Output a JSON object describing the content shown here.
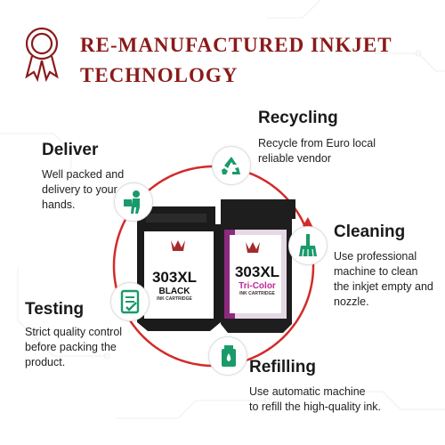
{
  "banner": {
    "title_line1": "RE-MANUFACTURED INKJET",
    "title_line2": "TECHNOLOGY"
  },
  "colors": {
    "brand": "#8b1a1a",
    "ring": "#d42a2a",
    "icon_green": "#1a9a6a"
  },
  "steps": [
    {
      "title": "Recycling",
      "desc_lines": [
        "Recycle from Euro local",
        "reliable vendor"
      ],
      "icon": "recycle-icon"
    },
    {
      "title": "Cleaning",
      "desc_lines": [
        "Use professional",
        "machine to clean",
        "the inkjet empty and",
        "nozzle."
      ],
      "icon": "cleaning-brush-icon"
    },
    {
      "title": "Refilling",
      "desc_lines": [
        "Use automatic machine",
        "to refill the high-quality ink."
      ],
      "icon": "ink-bottle-icon"
    },
    {
      "title": "Testing",
      "desc_lines": [
        "Strict quality control",
        "before packing the",
        "product."
      ],
      "icon": "checklist-icon"
    },
    {
      "title": "Deliver",
      "desc_lines": [
        "Well packed and",
        "delivery to your",
        "hands."
      ],
      "icon": "delivery-person-icon"
    }
  ],
  "cartridges": {
    "black": {
      "model": "303XL",
      "type": "BLACK",
      "sub": "INK CARTRIDGE"
    },
    "color": {
      "model": "303XL",
      "type": "Tri-Color",
      "sub": "INK CARTRIDGE"
    }
  }
}
